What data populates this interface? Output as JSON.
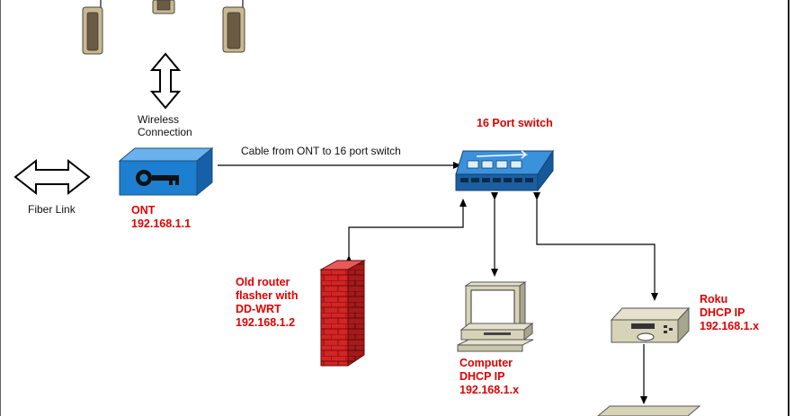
{
  "labels": {
    "wireless": [
      "Wireless",
      "Connection"
    ],
    "fiber_link": "Fiber Link",
    "cable": "Cable from ONT to 16 port switch"
  },
  "devices": {
    "switch": {
      "name": "16 Port switch"
    },
    "ont": {
      "lines": [
        "ONT",
        "192.168.1.1"
      ]
    },
    "router": {
      "lines": [
        "Old router",
        "flasher with",
        "DD-WRT",
        "192.168.1.2"
      ]
    },
    "computer": {
      "lines": [
        "Computer",
        "DHCP IP",
        "192.168.1.x"
      ]
    },
    "roku": {
      "lines": [
        "Roku",
        "DHCP IP",
        "192.168.1.x"
      ]
    }
  },
  "colors": {
    "label_red": "#e00000",
    "ont_blue": "#1e7fd0",
    "switch_blue": "#2a86d6",
    "firewall_red": "#d42424",
    "device_beige": "#d6d3b8",
    "phone_body": "#c9b98f"
  },
  "icons": [
    "wireless-phone-icon",
    "double-arrow-icon",
    "key-icon",
    "switch-icon",
    "firewall-icon",
    "computer-icon",
    "settop-box-icon"
  ]
}
